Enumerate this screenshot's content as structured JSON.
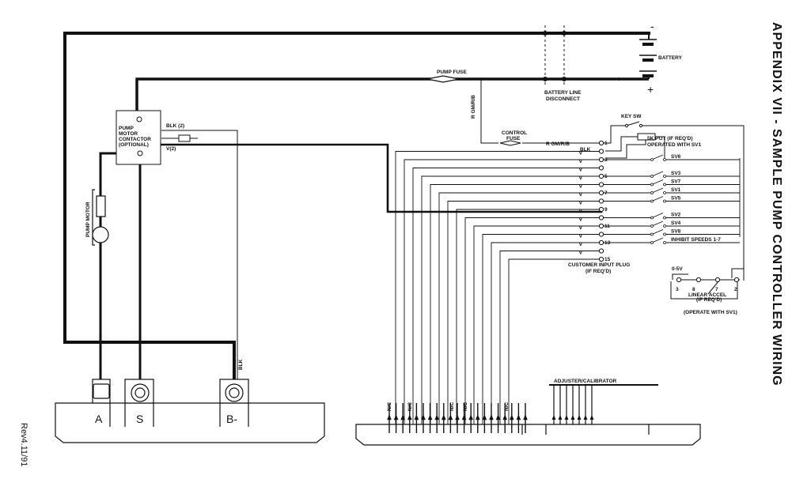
{
  "title": "APPENDIX VII  -  SAMPLE PUMP CONTROLLER WIRING",
  "revision": "Rev4.11/91",
  "labels": {
    "battery": "BATTERY",
    "battery_line_disconnect_1": "BATTERY LINE",
    "battery_line_disconnect_2": "DISCONNECT",
    "pump_fuse": "PUMP FUSE",
    "control_fuse_1": "CONTROL",
    "control_fuse_2": "FUSE",
    "key_sw": "KEY SW",
    "pump_motor_contactor_1": "PUMP",
    "pump_motor_contactor_2": "MOTOR",
    "pump_motor_contactor_3": "CONTACTOR",
    "pump_motor_contactor_4": "(OPTIONAL)",
    "pump_motor": "PUMP MOTOR",
    "blk_2": "BLK (2)",
    "v_2": "V(2)",
    "blk": "BLK",
    "blk_wire": "BLK",
    "wire_a": "R GM/R/B",
    "wire_b": "R GM/R/B",
    "pot_1": "5K POT (IF REQ'D)",
    "pot_2": "OPERATED WITH SV1",
    "customer_plug_1": "CUSTOMER INPUT PLUG",
    "customer_plug_2": "(IF REQ'D)",
    "linear_accel_1": "LINEAR ACCEL",
    "linear_accel_2": "(IF REQ'D)",
    "linear_accel_3": "(OPERATE WITH SV1)",
    "linear_range": "0-5V",
    "adjuster": "ADJUSTER/CALIBRATOR",
    "terminal_a": "A",
    "terminal_s": "S",
    "terminal_bm": "B-",
    "minus": "-",
    "plus": "+"
  },
  "switches": [
    "SV6",
    "SV3",
    "SV7",
    "SV1",
    "SV5",
    "SV2",
    "SV4",
    "SV8",
    "INHIBIT SPEEDS 1-7"
  ],
  "pin_numbers": [
    "1",
    "3",
    "5",
    "7",
    "9",
    "11",
    "13",
    "15"
  ],
  "linear_pins": [
    "3",
    "8",
    "7",
    "2"
  ],
  "connector_labels": [
    "N/C",
    "N/C",
    "N/C",
    "N/C",
    "N/C"
  ]
}
